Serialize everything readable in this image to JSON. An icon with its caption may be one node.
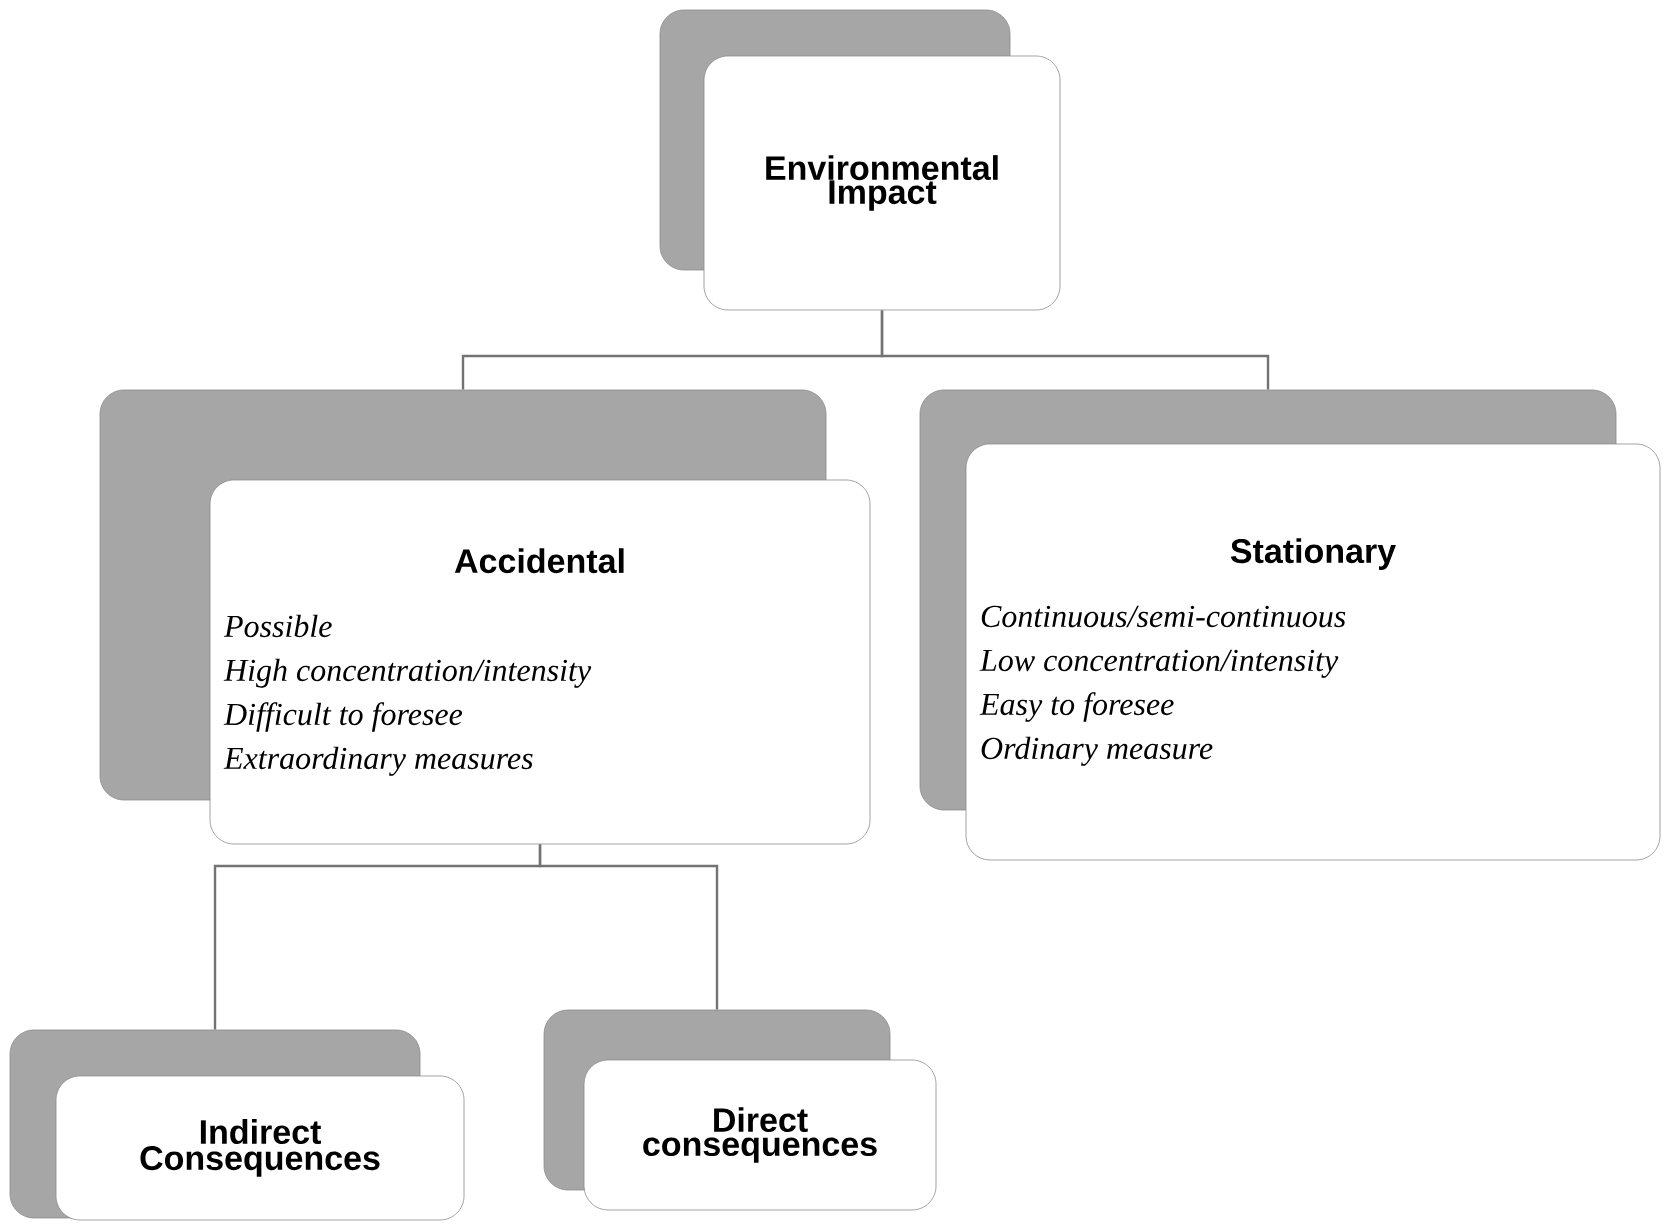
{
  "diagram": {
    "nodes": [
      {
        "text": [
          "Environmental Impact"
        ]
      },
      {
        "text": [
          "Accidental",
          "Possible",
          "High concentration/intensity",
          "Difficult to foresee",
          "Extraordinary measures"
        ]
      },
      {
        "text": [
          "Stationary",
          "Continuous/semi-continuous",
          "Low concentration/intensity",
          "Easy to foresee",
          "Ordinary measure"
        ]
      },
      {
        "text": [
          "Indirect Consequences"
        ]
      },
      {
        "text": [
          "Direct consequences"
        ]
      }
    ],
    "edges": [
      {
        "from": 0,
        "to": 1,
        "arrow": "none"
      },
      {
        "from": 0,
        "to": 2,
        "arrow": "none"
      },
      {
        "from": 1,
        "to": 3,
        "arrow": "none"
      },
      {
        "from": 1,
        "to": 4,
        "arrow": "none"
      }
    ]
  }
}
